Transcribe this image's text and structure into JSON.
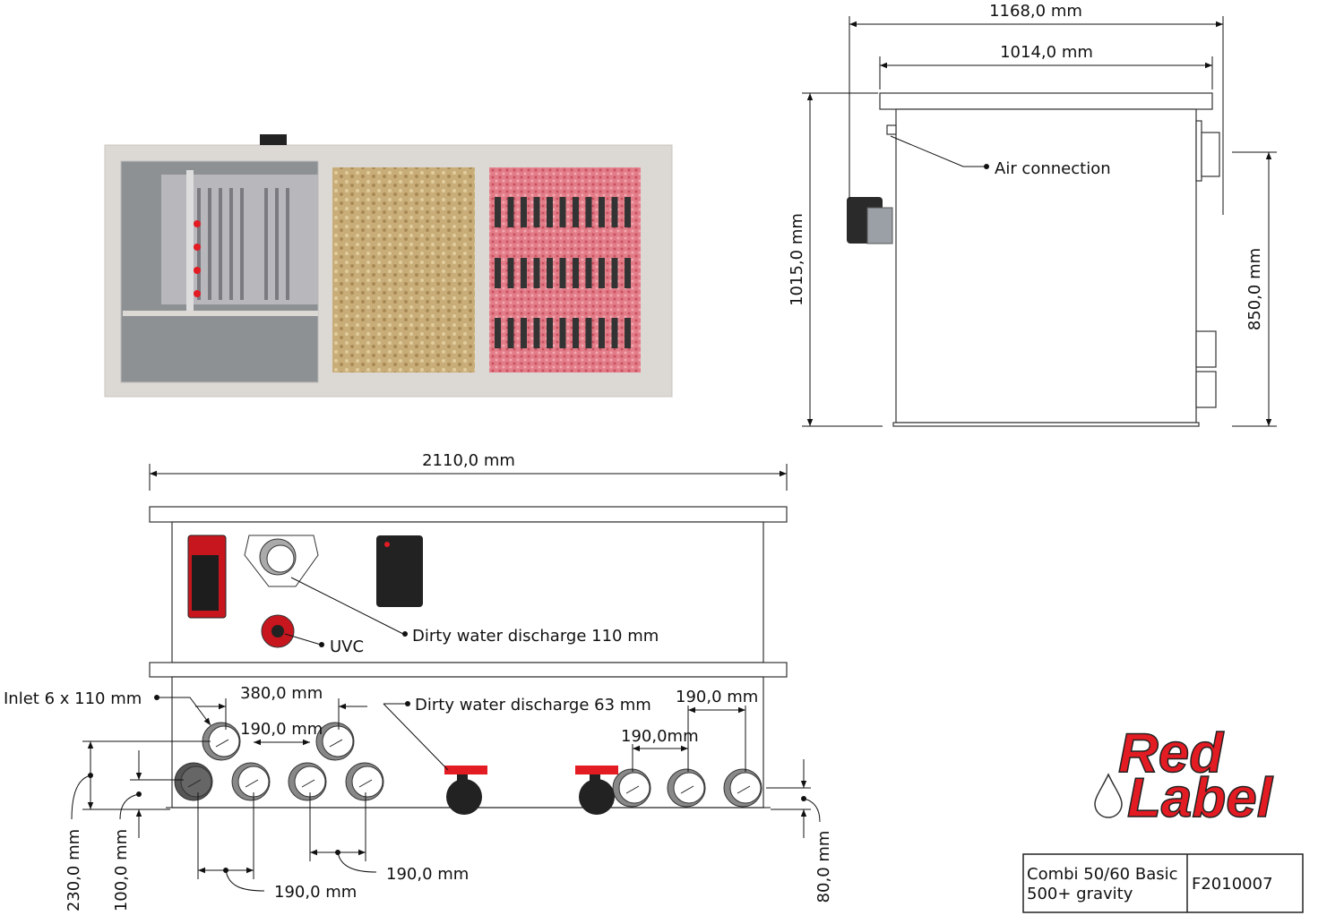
{
  "top_view": {
    "colors": {
      "frame": "#dcd9d4",
      "sand": "#c9ad78",
      "media": "#e27c88",
      "drum": "#9a9a9a"
    }
  },
  "side_view": {
    "dim_overall_width": "1168,0 mm",
    "dim_inner_width": "1014,0 mm",
    "dim_overall_height": "1015,0 mm",
    "dim_body_height": "850,0 mm",
    "air_connection_label": "Air connection"
  },
  "front_view": {
    "dim_total_length": "2110,0 mm",
    "dirty_water_110_label": "Dirty water discharge 110 mm",
    "uvc_label": "UVC",
    "inlet_label": "Inlet 6 x 110 mm",
    "dim_380": "380,0 mm",
    "dim_190_top": "190,0 mm",
    "dirty_water_63_label": "Dirty water discharge 63 mm",
    "dim_190_right_top": "190,0 mm",
    "dim_190_right": "190,0mm",
    "dim_230": "230,0 mm",
    "dim_100": "100,0 mm",
    "dim_190_bottom_left": "190,0 mm",
    "dim_190_bottom_mid": "190,0 mm",
    "dim_80": "80,0 mm"
  },
  "logo": {
    "line1": "Red",
    "line2": "Label",
    "color": "#e31b23"
  },
  "title_block": {
    "product_line1": "Combi 50/60 Basic",
    "product_line2": "500+ gravity",
    "code": "F2010007"
  }
}
